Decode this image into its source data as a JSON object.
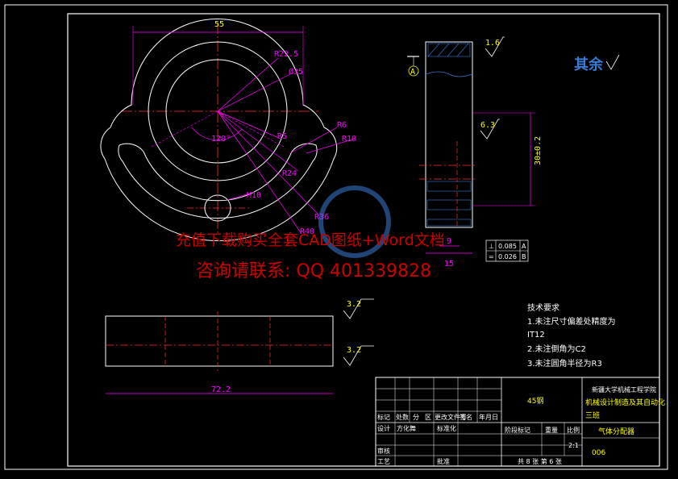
{
  "dimensions": {
    "d55": "55",
    "r22_5": "R22.5",
    "d35": "Ø35",
    "a120": "120°",
    "r5": "R5",
    "r6": "R6",
    "r10": "R10",
    "r24": "R24",
    "m10": "M10",
    "r36": "R36",
    "r40": "R40",
    "r1_6": "1.6",
    "r6_3": "6.3",
    "d30": "30±0.2",
    "d9": "9",
    "d15": "15",
    "r3_2a": "3.2",
    "r3_2b": "3.2",
    "d72_2": "72.2",
    "datum_a": "A"
  },
  "tolerance_frame": {
    "row1_sym": "⊥",
    "row1_val": "0.085",
    "row1_ref": "A",
    "row2_sym": "=",
    "row2_val": "0.026",
    "row2_ref": "B"
  },
  "other_roughness": "其余",
  "technical_requirements": {
    "title": "技术要求",
    "line1": "1.未注尺寸偏差处精度为",
    "line1b": "IT12",
    "line2": "2.未注倒角为C2",
    "line3": "3.未注圆角半径为R3"
  },
  "watermark": {
    "line1": "充值下载购买全套CAD图纸+Word文档",
    "line2": "咨询请联系: QQ 401339828"
  },
  "title_block": {
    "material": "45钢",
    "institution": "新疆大学机械工程学院",
    "department": "机械设计制造及其自动化",
    "class": "三班",
    "part_name": "气体分配器",
    "drawing_no": "006",
    "scale_value": "2:1",
    "sheet_info": "共 8 张  第 6 张",
    "h_mark": "标记",
    "h_count": "处数",
    "h_zone": "分",
    "h_zone2": "区",
    "h_docno": "更改文件号",
    "h_sign": "签名",
    "h_date": "年月日",
    "h_design": "设计",
    "h_designer": "方化舞",
    "h_std": "标准化",
    "h_stage": "阶段标记",
    "h_weight": "重量",
    "h_scale": "比例",
    "h_review": "审核",
    "h_process": "工艺",
    "h_approve": "批准"
  }
}
